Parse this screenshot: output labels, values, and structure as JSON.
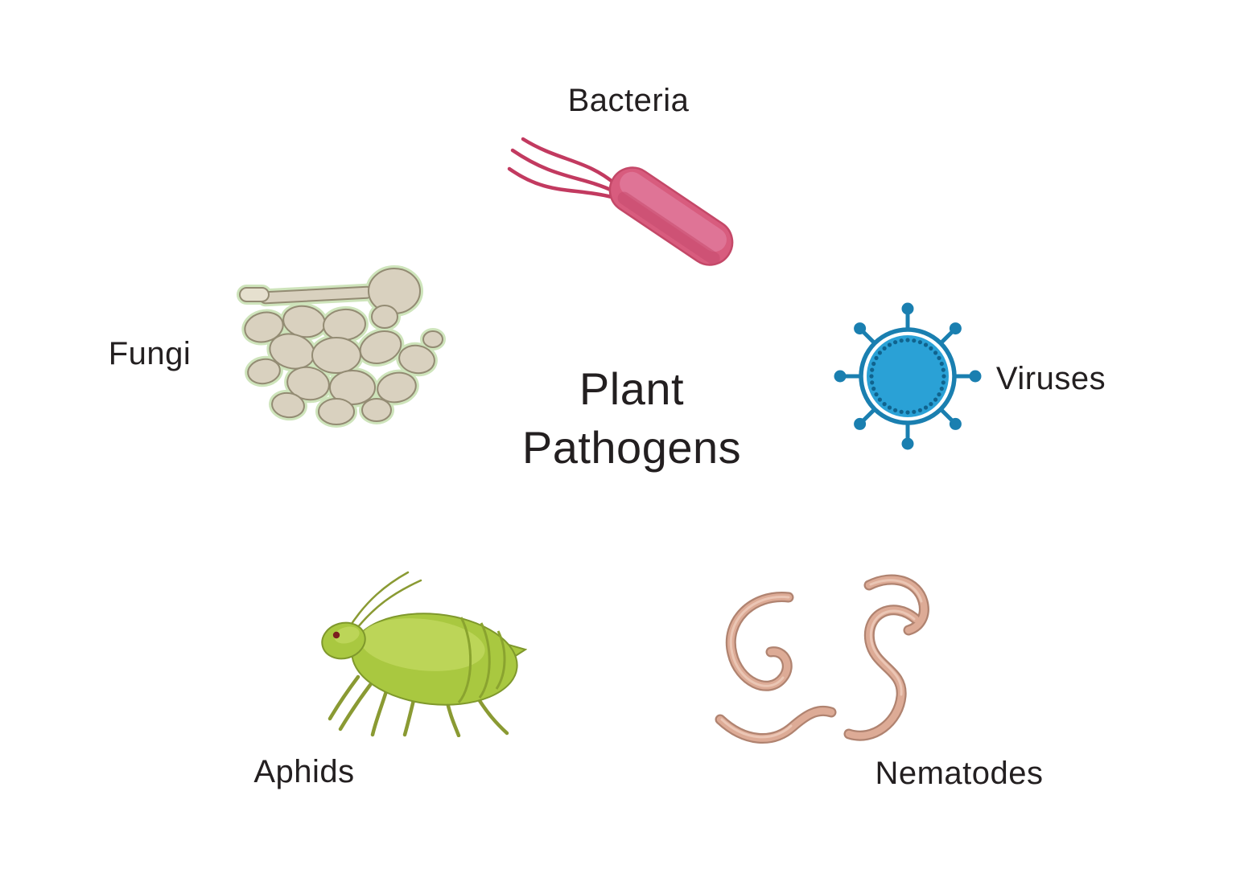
{
  "title": {
    "line1": "Plant",
    "line2": "Pathogens"
  },
  "labels": {
    "bacteria": "Bacteria",
    "fungi": "Fungi",
    "viruses": "Viruses",
    "aphids": "Aphids",
    "nematodes": "Nematodes"
  },
  "colors": {
    "background": "#ffffff",
    "text": "#231f20",
    "bacteria_body": "#d85c7e",
    "bacteria_outline": "#c23a60",
    "fungi_cell": "#d9d1bf",
    "fungi_outline": "#938b73",
    "fungi_glow": "#c9e2b4",
    "virus_blue": "#2aa1d6",
    "virus_ring": "#1a7fb0",
    "aphid_green": "#a9c840",
    "aphid_leg": "#8a9a33",
    "nematode_body": "#ddab96",
    "nematode_outline": "#b08370"
  }
}
